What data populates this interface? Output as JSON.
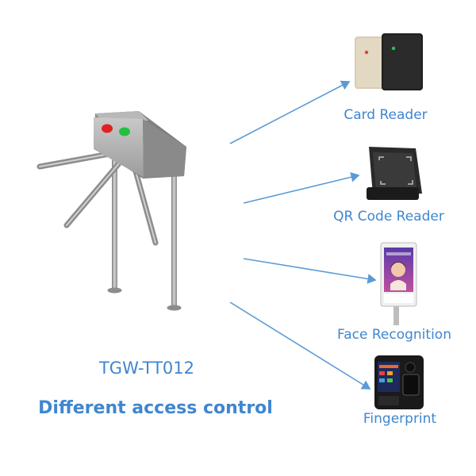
{
  "product": {
    "model": "TGW-TT012",
    "headline": "Different access control"
  },
  "devices": [
    {
      "label": "Card Reader",
      "icon": "card-reader-icon"
    },
    {
      "label": "QR Code Reader",
      "icon": "qr-code-reader-icon"
    },
    {
      "label": "Face Recognition",
      "icon": "face-recognition-terminal-icon"
    },
    {
      "label": "Fingerprint",
      "icon": "fingerprint-reader-icon"
    }
  ],
  "colors": {
    "accent": "#3f86cf",
    "arrow": "#5b9bd5",
    "indicator_red": "#e22020",
    "indicator_green": "#22c040",
    "steel": "#9a9a9a"
  }
}
